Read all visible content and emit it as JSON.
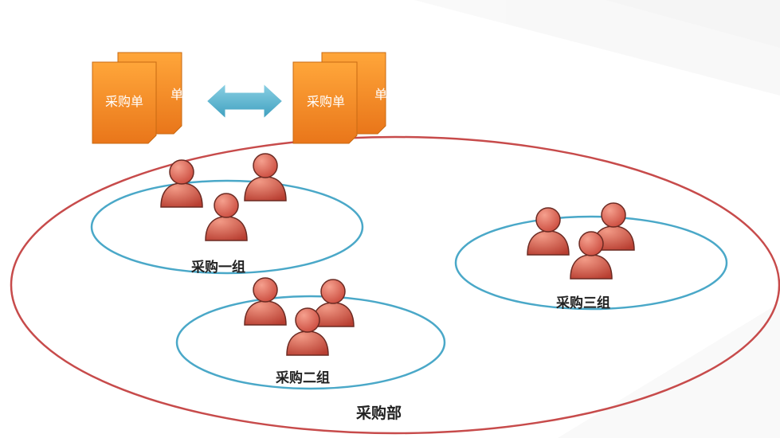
{
  "diagram": {
    "department": {
      "label": "采购部",
      "stroke_color": "#c74b4b"
    },
    "groups": [
      {
        "label": "采购一组",
        "ring_color": "#4aa8c8"
      },
      {
        "label": "采购二组",
        "ring_color": "#4aa8c8"
      },
      {
        "label": "采购三组",
        "ring_color": "#4aa8c8"
      }
    ],
    "documents": [
      {
        "front_label": "采购单",
        "back_label": "单"
      },
      {
        "front_label": "采购单",
        "back_label": "单"
      }
    ],
    "exchange_arrow": {
      "icon": "double-arrow-icon",
      "color": "#4fb3cf"
    },
    "person_icon": {
      "name": "person-icon",
      "color": "#d9604d"
    },
    "document_color": "#f28c1e"
  }
}
